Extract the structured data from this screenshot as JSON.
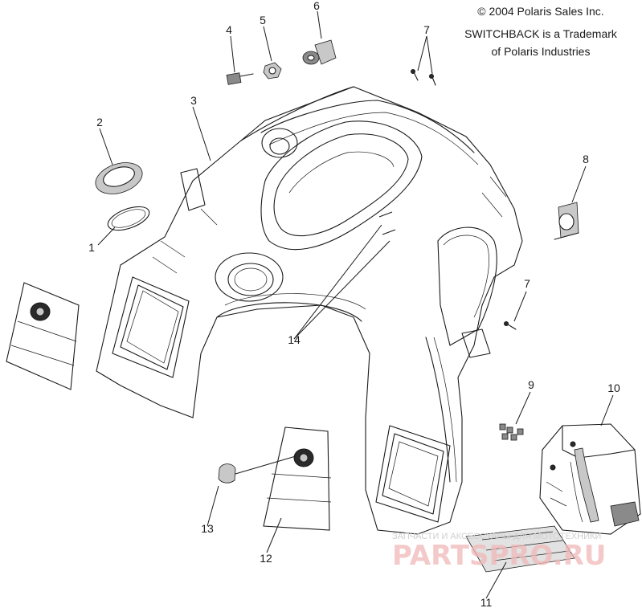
{
  "notice": {
    "copyright": "© 2004 Polaris Sales Inc.",
    "trademark_line1": "SWITCHBACK is a Trademark",
    "trademark_line2": "of Polaris Industries"
  },
  "callouts": [
    "1",
    "2",
    "3",
    "4",
    "5",
    "6",
    "7",
    "7",
    "8",
    "9",
    "10",
    "11",
    "12",
    "13",
    "14"
  ],
  "watermark": {
    "brand": "PARTSPRO.RU",
    "tagline": "ЗАПЧАСТИ И АКСЕССУАРЫ ДЛЯ МОТОТЕХНИКИ"
  }
}
